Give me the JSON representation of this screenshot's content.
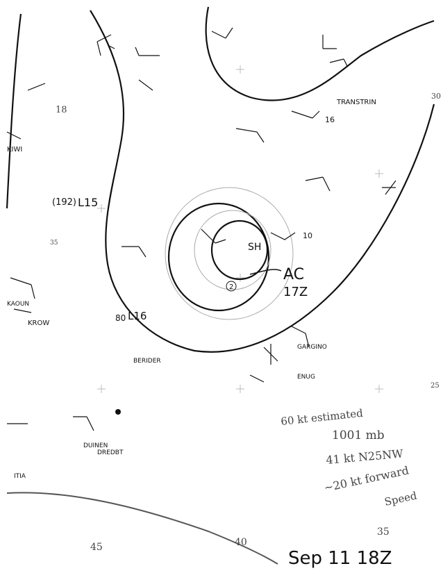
{
  "map": {
    "latitude_labels": [
      "30",
      "35",
      "25"
    ],
    "longitude_labels": [
      "45",
      "40",
      "35"
    ],
    "storm_label": "AC",
    "storm_time": "17Z",
    "center_mark": "2",
    "inner_note": "SH",
    "wind_labels": [
      {
        "speed": "(192)",
        "dir": "L15"
      },
      {
        "speed": "80",
        "dir": "L16"
      }
    ],
    "station_names": [
      "KIWI",
      "TRANSTRIN",
      "KROW",
      "GARGINO",
      "ENUG",
      "DUINEN",
      "DREDBT",
      "ITIA",
      "KAOUN",
      "BERIDER",
      "18",
      "16",
      "10"
    ],
    "estimate_notes": [
      "60 kt estimated",
      "1001 mb",
      "41 kt N25NW",
      "~20 kt forward",
      "Speed"
    ],
    "date_stamp": "Sep 11 18Z"
  }
}
